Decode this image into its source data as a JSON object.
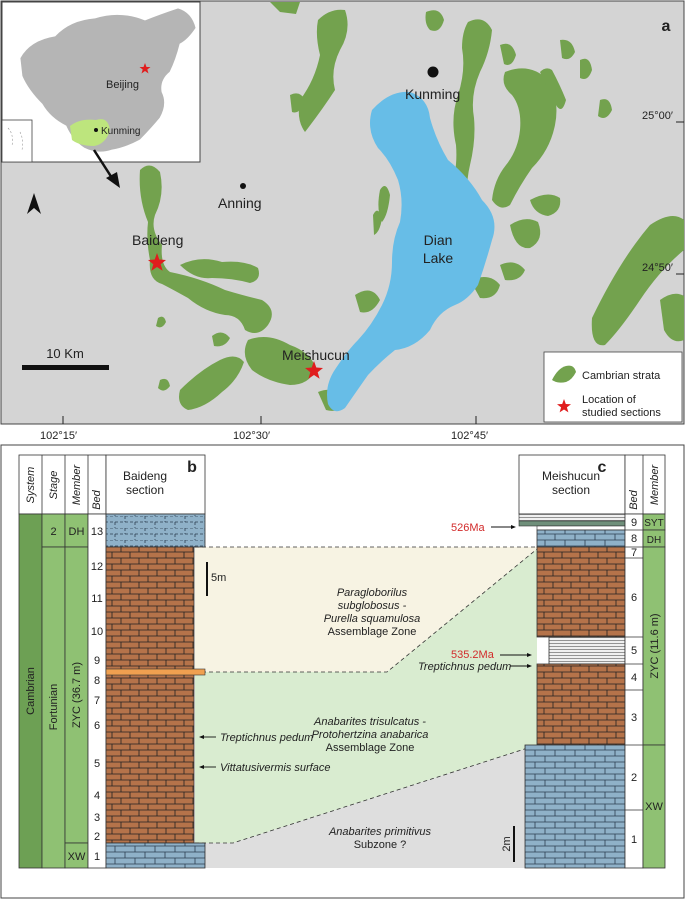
{
  "panel_a": {
    "label": "a",
    "inset_cities": {
      "beijing": "Beijing",
      "kunming": "Kunming"
    },
    "cities": {
      "kunming": "Kunming",
      "anning": "Anning",
      "baideng": "Baideng",
      "meishucun": "Meishucun"
    },
    "lake": [
      "Dian",
      "Lake"
    ],
    "scalebar": "10 Km",
    "lat_ticks": [
      "25°00′",
      "24°50′"
    ],
    "lon_ticks": [
      "102°15′",
      "102°30′",
      "102°45′"
    ],
    "legend": {
      "cambrian": "Cambrian strata",
      "location_line1": "Location of",
      "location_line2": "studied sections"
    },
    "colors": {
      "strata": "#73a24e",
      "lake": "#67bde7",
      "background": "#d4d4d4",
      "china": "#b5b5b5",
      "yunnan": "#bde57d",
      "star": "#e01d1d"
    }
  },
  "panel_b": {
    "label": "b",
    "headers": {
      "system": "System",
      "stage": "Stage",
      "member": "Member",
      "bed": "Bed"
    },
    "system": "Cambrian",
    "stage_upper": "2",
    "stage": "Fortunian",
    "members": {
      "dh": "DH",
      "zyc": "ZYC (36.7 m)",
      "xw": "XW"
    },
    "section_title": [
      "Baideng",
      "section"
    ],
    "beds": [
      "13",
      "12",
      "11",
      "10",
      "9",
      "8",
      "7",
      "6",
      "5",
      "4",
      "3",
      "2",
      "1"
    ],
    "scale": "5m",
    "annotations": {
      "treptichnus": "Treptichnus pedum",
      "vittatusivermis": "Vittatusivermis surface"
    }
  },
  "zones": {
    "upper": [
      "Paragloborilus",
      "subglobosus -",
      "Purella squamulosa",
      "Assemblage Zone"
    ],
    "middle": [
      "Anabarites trisulcatus -",
      "Protohertzina anabarica",
      "Assemblage Zone"
    ],
    "lower": [
      "Anabarites primitivus",
      "Subzone ?"
    ],
    "colors": {
      "upper": "#f7f3e3",
      "middle": "#d9ecd0",
      "lower": "#dedede"
    }
  },
  "panel_c": {
    "label": "c",
    "section_title": [
      "Meishucun",
      "section"
    ],
    "headers": {
      "bed": "Bed",
      "member": "Member"
    },
    "beds": [
      "9",
      "8",
      "7",
      "6",
      "5",
      "4",
      "3",
      "2",
      "1"
    ],
    "members": {
      "syt": "SYT",
      "dh": "DH",
      "zyc": "ZYC (11.6 m)",
      "xw": "XW"
    },
    "ages": {
      "upper": "526Ma",
      "lower": "535.2Ma"
    },
    "annotation": "Treptichnus pedum",
    "scale": "2m",
    "colors": {
      "age": "#d22b2b",
      "sandstone": "#b5734a",
      "limestone": "#8fb1c8",
      "member_fill": "#8fc173",
      "system_fill": "#6da054"
    }
  }
}
